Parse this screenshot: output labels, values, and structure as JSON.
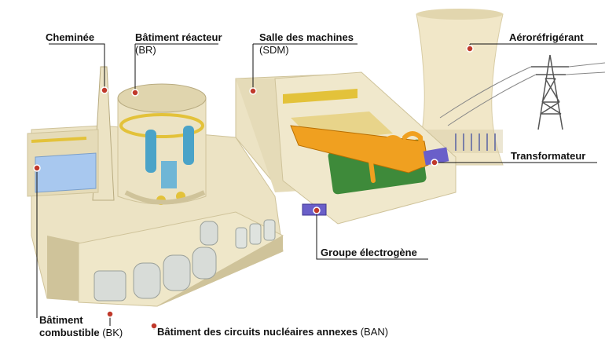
{
  "labels": {
    "chimney": {
      "title": "Cheminée"
    },
    "reactor": {
      "title": "Bâtiment réacteur",
      "code": "(BR)"
    },
    "turbine_hall": {
      "title": "Salle des machines",
      "code": "(SDM)"
    },
    "cooling_tower": {
      "title": "Aéroréfrigérant"
    },
    "transformer": {
      "title": "Transformateur"
    },
    "generator": {
      "title": "Groupe électrogène"
    },
    "fuel_building": {
      "title_line1": "Bâtiment",
      "title_line2": "combustible",
      "code": "(BK)"
    },
    "auxiliary_building": {
      "title": "Bâtiment des circuits nucléaires annexes",
      "code": "(BAN)"
    }
  },
  "colors": {
    "building": "#ece3c4",
    "building_shadow": "#cfc39a",
    "building_dark": "#b8ab80",
    "pipe_yellow": "#e3c23a",
    "turbine_orange": "#f0a020",
    "generator_green": "#3e8a3a",
    "pool_blue": "#a8c8ef",
    "vessel_blue": "#4aa3c8",
    "transformer_purple": "#6a5fc9",
    "leader_line": "#111111",
    "marker_red": "#c0392b",
    "tower": "#f1e7c8"
  }
}
